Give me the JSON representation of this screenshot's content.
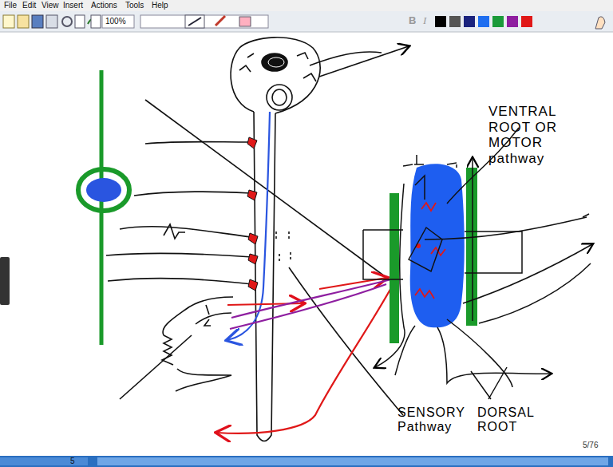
{
  "diagram": {
    "labels": [
      "File",
      "Edit",
      "View",
      "Insert",
      "Actions",
      "Tools",
      "Help",
      "100%",
      "B",
      "I",
      "VENTRAL ROOT OR MOTOR pathway",
      "SENSORY Pathway",
      "DORSAL ROOT",
      "5/76",
      "5"
    ]
  }
}
